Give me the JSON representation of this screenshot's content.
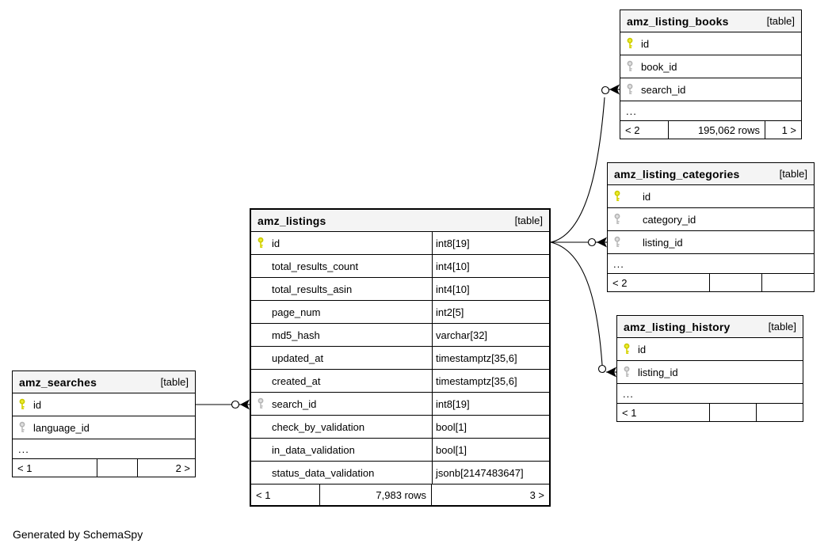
{
  "note": "Generated by SchemaSpy",
  "colors": {
    "primary_key": "#eded2e",
    "foreign_key": "#e0e0e0",
    "header_bg": "#f4f4f4",
    "border": "#000000",
    "background": "#ffffff"
  },
  "tables": {
    "books": {
      "name": "amz_listing_books",
      "tag": "[table]",
      "columns": [
        {
          "name": "id",
          "key": "pk"
        },
        {
          "name": "book_id",
          "key": "fk"
        },
        {
          "name": "search_id",
          "key": "fk"
        }
      ],
      "dots": "...",
      "footer": [
        "< 2",
        "195,062 rows",
        "1 >"
      ]
    },
    "categories": {
      "name": "amz_listing_categories",
      "tag": "[table]",
      "columns": [
        {
          "name": "id",
          "key": "pk"
        },
        {
          "name": "category_id",
          "key": "fk"
        },
        {
          "name": "listing_id",
          "key": "fk"
        }
      ],
      "dots": "...",
      "footer": [
        "< 2",
        "",
        ""
      ]
    },
    "history": {
      "name": "amz_listing_history",
      "tag": "[table]",
      "columns": [
        {
          "name": "id",
          "key": "pk"
        },
        {
          "name": "listing_id",
          "key": "fk"
        }
      ],
      "dots": "...",
      "footer": [
        "< 1",
        "",
        ""
      ]
    },
    "listings": {
      "name": "amz_listings",
      "tag": "[table]",
      "columns": [
        {
          "name": "id",
          "type": "int8[19]",
          "key": "pk"
        },
        {
          "name": "total_results_count",
          "type": "int4[10]",
          "key": ""
        },
        {
          "name": "total_results_asin",
          "type": "int4[10]",
          "key": ""
        },
        {
          "name": "page_num",
          "type": "int2[5]",
          "key": ""
        },
        {
          "name": "md5_hash",
          "type": "varchar[32]",
          "key": ""
        },
        {
          "name": "updated_at",
          "type": "timestamptz[35,6]",
          "key": ""
        },
        {
          "name": "created_at",
          "type": "timestamptz[35,6]",
          "key": ""
        },
        {
          "name": "search_id",
          "type": "int8[19]",
          "key": "fk"
        },
        {
          "name": "check_by_validation",
          "type": "bool[1]",
          "key": ""
        },
        {
          "name": "in_data_validation",
          "type": "bool[1]",
          "key": ""
        },
        {
          "name": "status_data_validation",
          "type": "jsonb[2147483647]",
          "key": ""
        }
      ],
      "footer": [
        "< 1",
        "7,983 rows",
        "3 >"
      ]
    },
    "searches": {
      "name": "amz_searches",
      "tag": "[table]",
      "columns": [
        {
          "name": "id",
          "key": "pk"
        },
        {
          "name": "language_id",
          "key": "fk"
        }
      ],
      "dots": "...",
      "footer": [
        "< 1",
        "",
        "2 >"
      ]
    }
  },
  "relationships": [
    {
      "from": "amz_searches.id",
      "to": "amz_listings.search_id"
    },
    {
      "from": "amz_listings.id",
      "to": "amz_listing_books.search_id"
    },
    {
      "from": "amz_listings.id",
      "to": "amz_listing_categories.listing_id"
    },
    {
      "from": "amz_listings.id",
      "to": "amz_listing_history.listing_id"
    }
  ]
}
